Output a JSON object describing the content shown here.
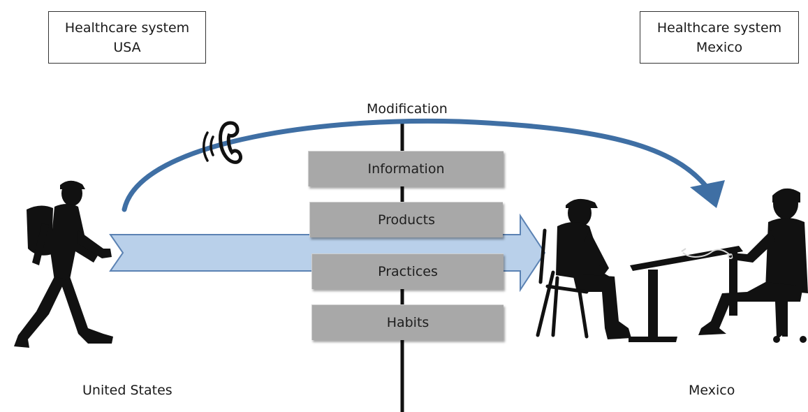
{
  "left_system": {
    "line1": "Healthcare system",
    "line2": "USA"
  },
  "right_system": {
    "line1": "Healthcare system",
    "line2": "Mexico"
  },
  "top_label": "Modification",
  "factors": [
    "Information",
    "Products",
    "Practices",
    "Habits"
  ],
  "left_location": "United States",
  "right_location": "Mexico",
  "colors": {
    "arc": "#3f6fa4",
    "arrow_fill": "#b9d0ea",
    "arrow_stroke": "#5b82b3",
    "factor_box": "#a8a8a8",
    "silhouette": "#111111"
  },
  "icons": [
    "phone-icon",
    "walking-person-icon",
    "seated-patient-icon",
    "doctor-icon",
    "stethoscope-icon",
    "desk-icon",
    "chair-icon"
  ]
}
